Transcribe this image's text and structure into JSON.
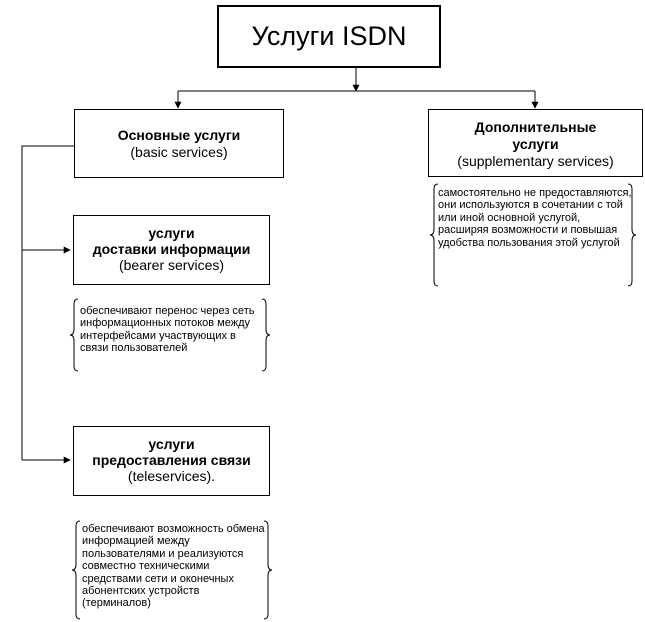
{
  "title": "Услуги ISDN",
  "basic": {
    "title": "Основные услуги",
    "subtitle": "(basic services)"
  },
  "supplementary": {
    "title_line1": "Дополнительные",
    "title_line2": "услуги",
    "subtitle": "(supplementary services)",
    "note": "самостоятельно не предоставляются, они используются в сочетании с той или иной основной услугой, расширяя возможности и повышая удобства пользования этой услугой"
  },
  "bearer": {
    "title_line1": "услуги",
    "title_line2": "доставки информации",
    "subtitle": "(bearer services)",
    "note": "обеспечивают перенос через сеть информационных потоков между интерфейсами участвующих в связи пользователей"
  },
  "tele": {
    "title_line1": "услуги",
    "title_line2": "предоставления связи",
    "subtitle": "(teleservices)."
  },
  "tele_note": "обеспечивают возможность обмена информацией между пользователями и реализуются совместно техническими средствами сети и оконечных абонентских устройств (терминалов)"
}
